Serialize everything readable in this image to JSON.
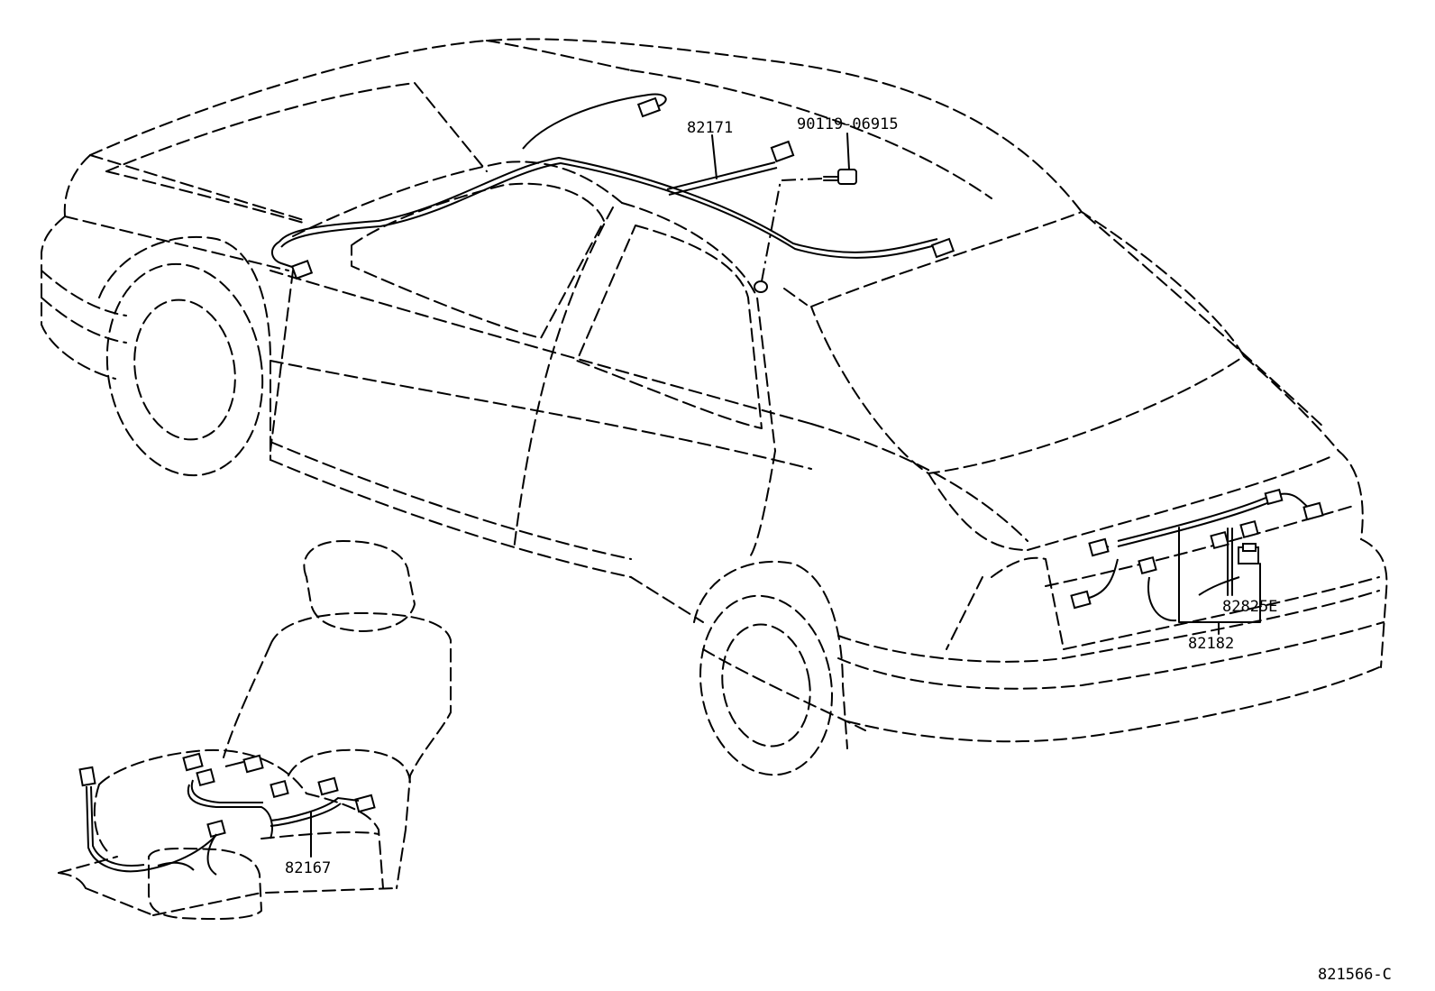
{
  "diagram": {
    "drawing_code": "821566-C",
    "parts": {
      "roof_harness": "82171",
      "bolt": "90119-06915",
      "rear_harness": "82182",
      "connector": "82825E",
      "seat_harness": "82167"
    }
  }
}
